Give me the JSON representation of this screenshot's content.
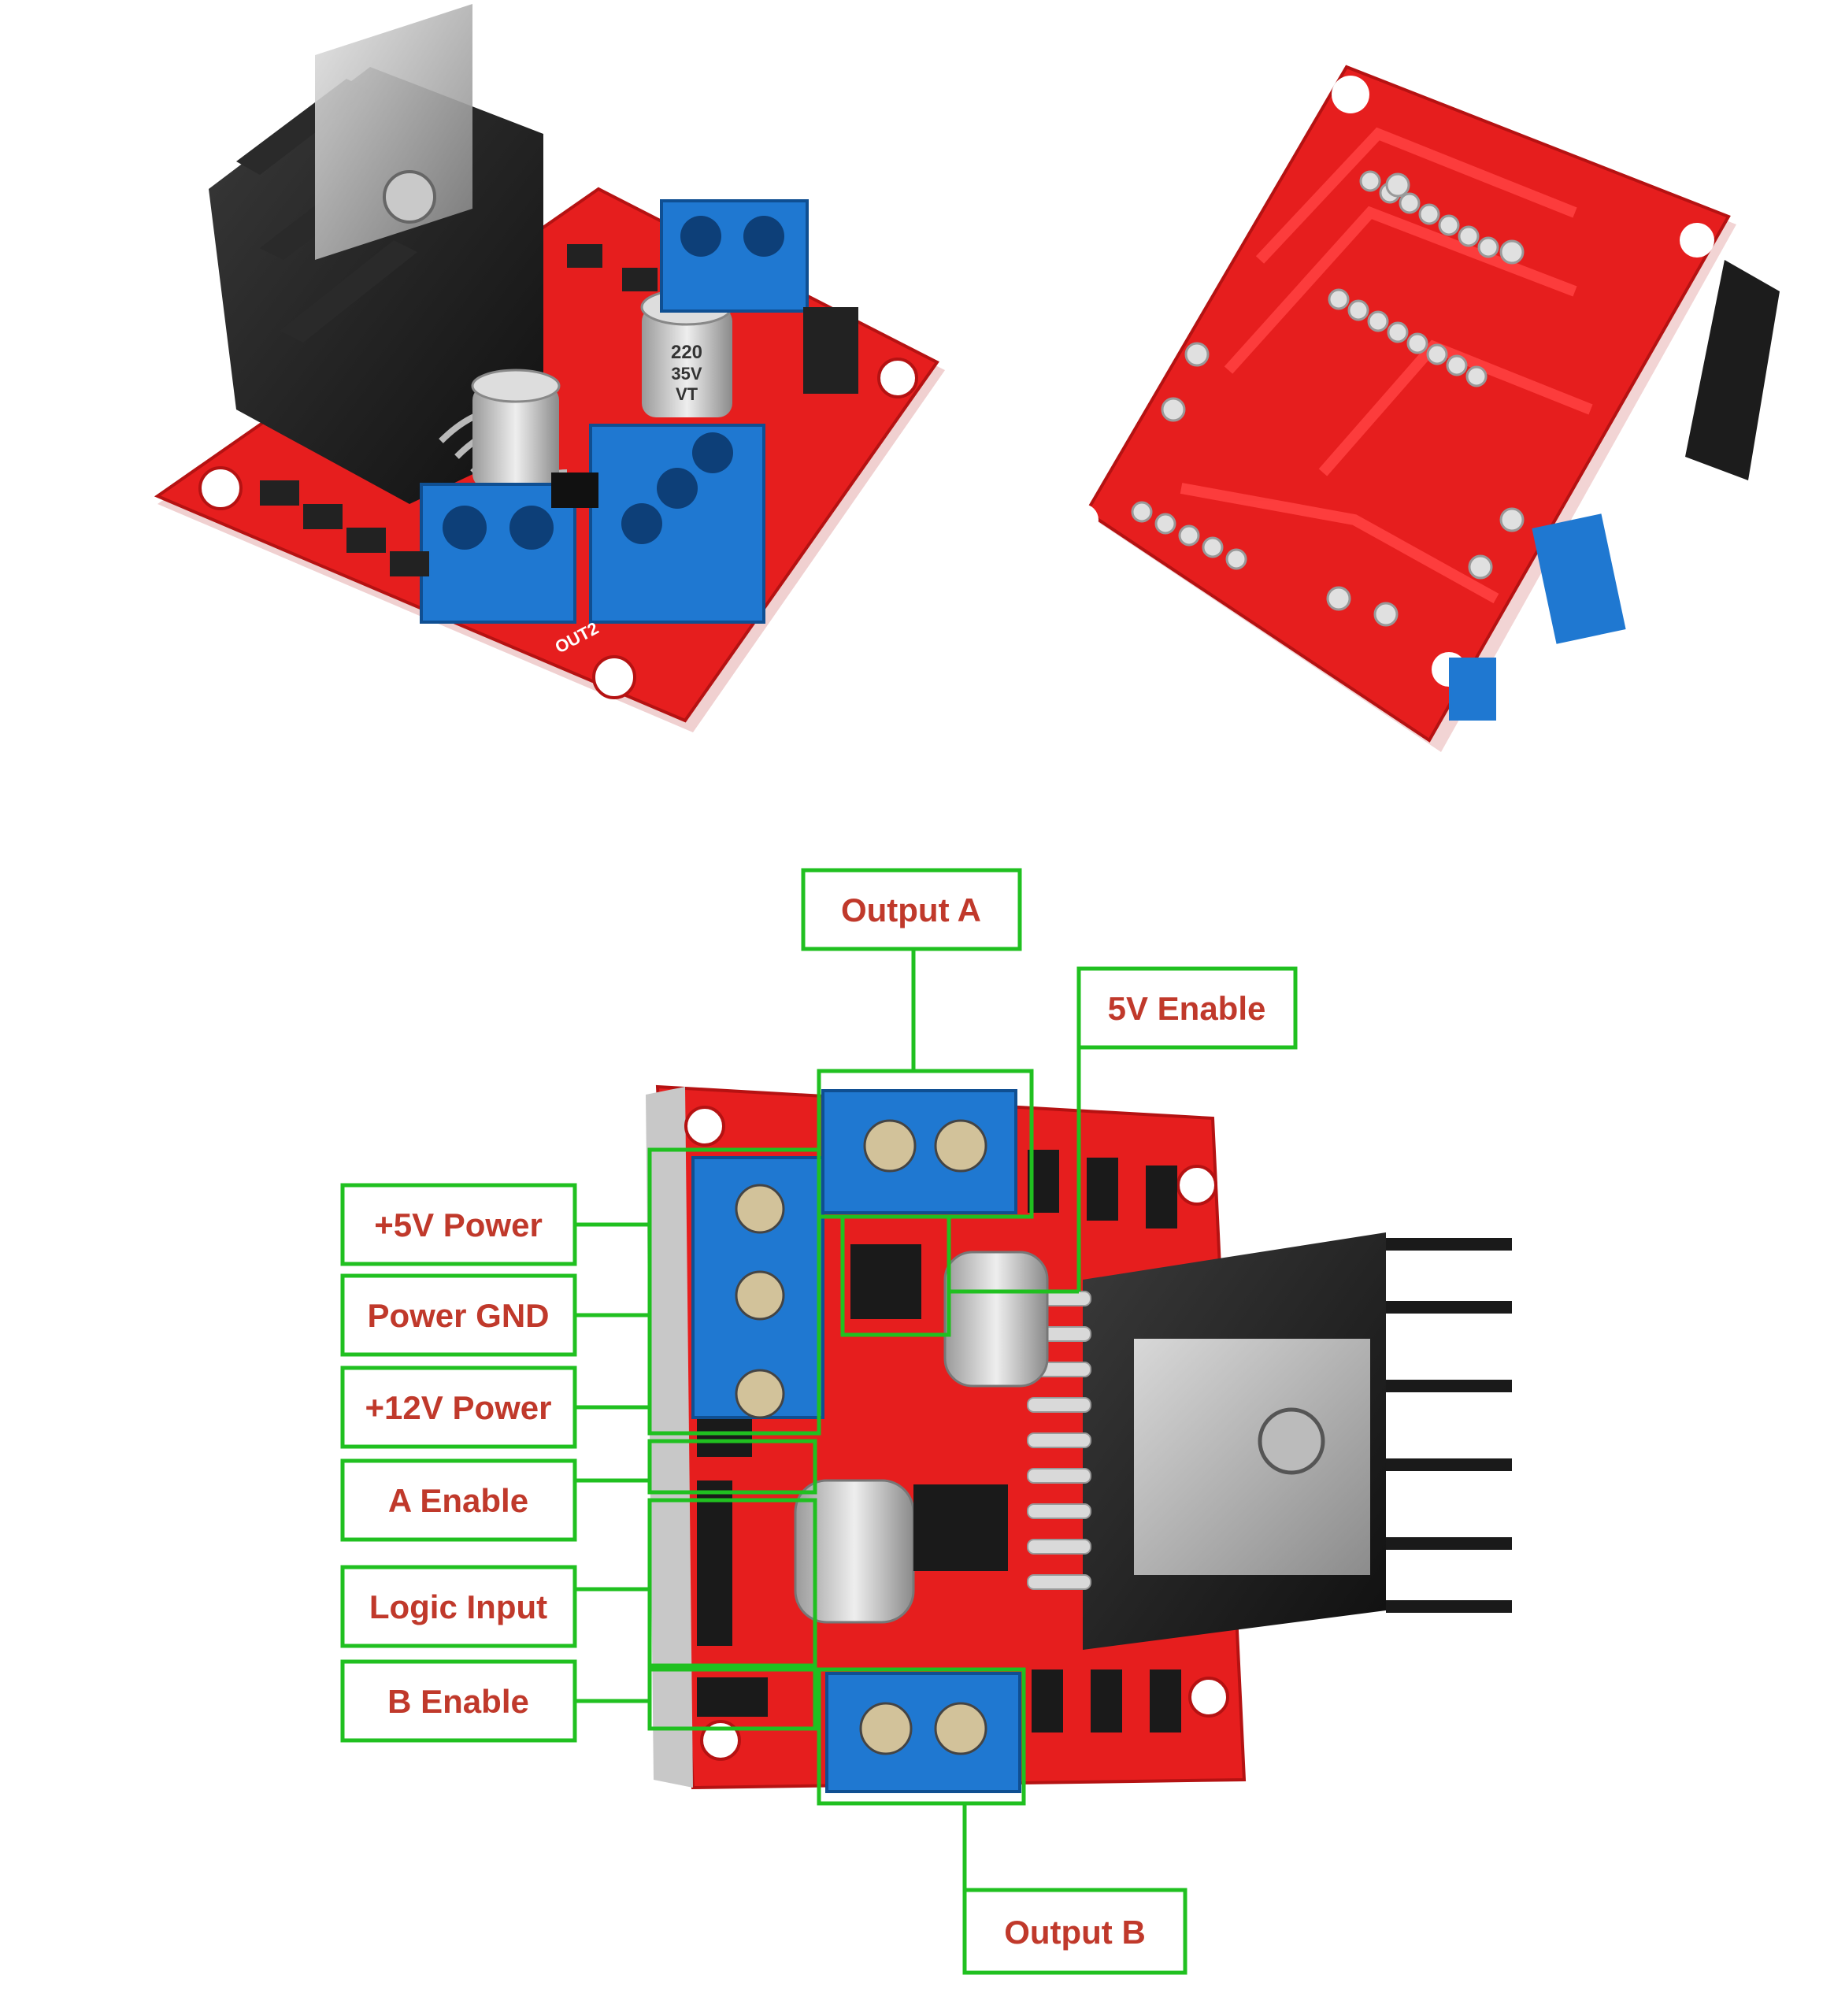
{
  "labels": {
    "output_a": "Output A",
    "five_v_enable": "5V Enable",
    "plus5v_power": "+5V Power",
    "power_gnd": "Power GND",
    "plus12v_power": "+12V Power",
    "a_enable": "A Enable",
    "logic_input": "Logic Input",
    "b_enable": "B Enable",
    "output_b": "Output B"
  },
  "board_markings": {
    "cap_top_a": "220",
    "cap_top_b": "35V",
    "cap_top_c": "VT",
    "out2": "OUT2"
  },
  "colors": {
    "label_green": "#20c020",
    "label_text": "#c0392b",
    "pcb_red": "#e61e1e",
    "terminal_blue": "#1f78d1",
    "heatsink": "#1c1c1c"
  }
}
